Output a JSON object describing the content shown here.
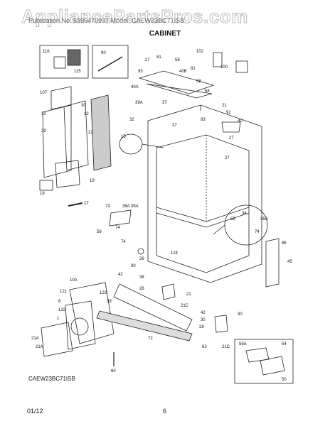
{
  "header": {
    "watermark": "AppliancePartsPros.com",
    "subtitle": "Publication No. 5995470937          Model: CAEW23BC71ISB",
    "section": "CABINET"
  },
  "diagram": {
    "model_label": "CAEW23BC71ISB",
    "part_callouts": [
      "116",
      "115",
      "90",
      "27",
      "81",
      "58",
      "102",
      "100",
      "93",
      "40B",
      "81",
      "40A",
      "58",
      "58",
      "107",
      "30",
      "39A",
      "37",
      "21",
      "92",
      "10",
      "12",
      "93",
      "32",
      "29",
      "22",
      "40",
      "27",
      "37",
      "15",
      "27",
      "19",
      "18",
      "17",
      "73",
      "35A",
      "35A",
      "59",
      "74",
      "74",
      "26",
      "124",
      "59",
      "34",
      "35A",
      "74",
      "30",
      "85",
      "45",
      "42",
      "38",
      "28",
      "10A",
      "121",
      "123",
      "39",
      "6",
      "122",
      "1",
      "72",
      "21",
      "21C",
      "42",
      "30",
      "28",
      "30",
      "21A",
      "21A",
      "63",
      "21C",
      "50A",
      "54",
      "50",
      "60"
    ]
  },
  "footer": {
    "date": "01/12",
    "page": "6"
  }
}
